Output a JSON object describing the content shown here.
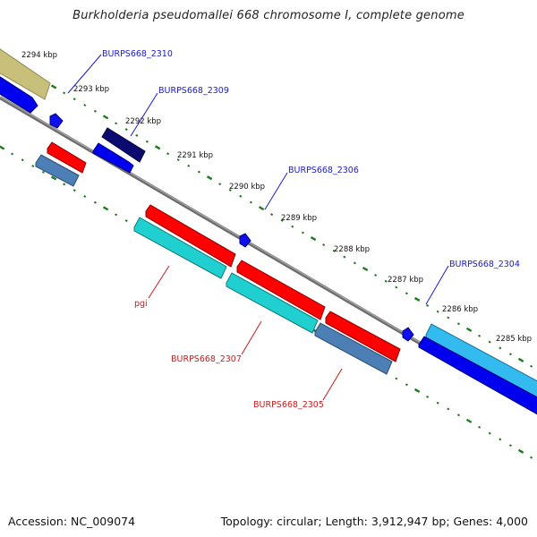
{
  "title": "Burkholderia pseudomallei 668 chromosome I, complete genome",
  "footer": {
    "accession": "Accession: NC_009074",
    "stats": "Topology: circular; Length: 3,912,947 bp; Genes: 4,000"
  },
  "scale_labels": [
    "2294 kbp",
    "2293 kbp",
    "2292 kbp",
    "2291 kbp",
    "2290 kbp",
    "2289 kbp",
    "2288 kbp",
    "2287 kbp",
    "2286 kbp",
    "2285 kbp"
  ],
  "gene_labels": [
    {
      "text": "BURPS668_2310",
      "color": "#1a1acc"
    },
    {
      "text": "BURPS668_2309",
      "color": "#1a1acc"
    },
    {
      "text": "BURPS668_2306",
      "color": "#1a1acc"
    },
    {
      "text": "BURPS668_2304",
      "color": "#1a1acc"
    },
    {
      "text": "pgi",
      "color": "#cc1a1a"
    },
    {
      "text": "BURPS668_2307",
      "color": "#cc1a1a"
    },
    {
      "text": "BURPS668_2305",
      "color": "#cc1a1a"
    }
  ],
  "colors": {
    "backbone": "#808080",
    "scale_dots": "#1e7a1e",
    "forward_cds": "#0000ee",
    "reverse_cds": "#ff0000",
    "dark_cds": "#0a0a70",
    "cyan_cds": "#20d0d0",
    "light_blue_cds": "#33bbf0",
    "steel_cds": "#4b7fb5",
    "khaki_cds": "#c8bf7a"
  }
}
